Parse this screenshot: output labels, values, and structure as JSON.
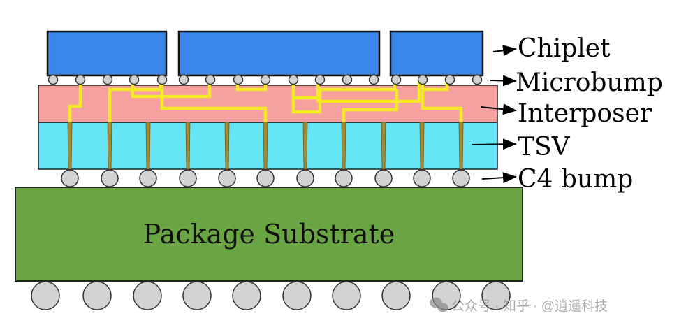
{
  "labels": {
    "chiplet": "Chiplet",
    "microbump": "Microbump",
    "interposer": "Interposer",
    "tsv": "TSV",
    "c4_bump": "C4 bump",
    "package_substrate": "Package Substrate"
  },
  "watermark": {
    "text": "公众号 · 知乎 · @逍遥科技",
    "icon": "wechat-icon"
  },
  "colors": {
    "chiplet": "#3a86e8",
    "interposer": "#f7a0a0",
    "tsv_layer": "#66e6f4",
    "tsv_via": "#a58a35",
    "wiring": "#f2ea25",
    "bump": "#d3d3d3",
    "substrate": "#6aa544"
  }
}
